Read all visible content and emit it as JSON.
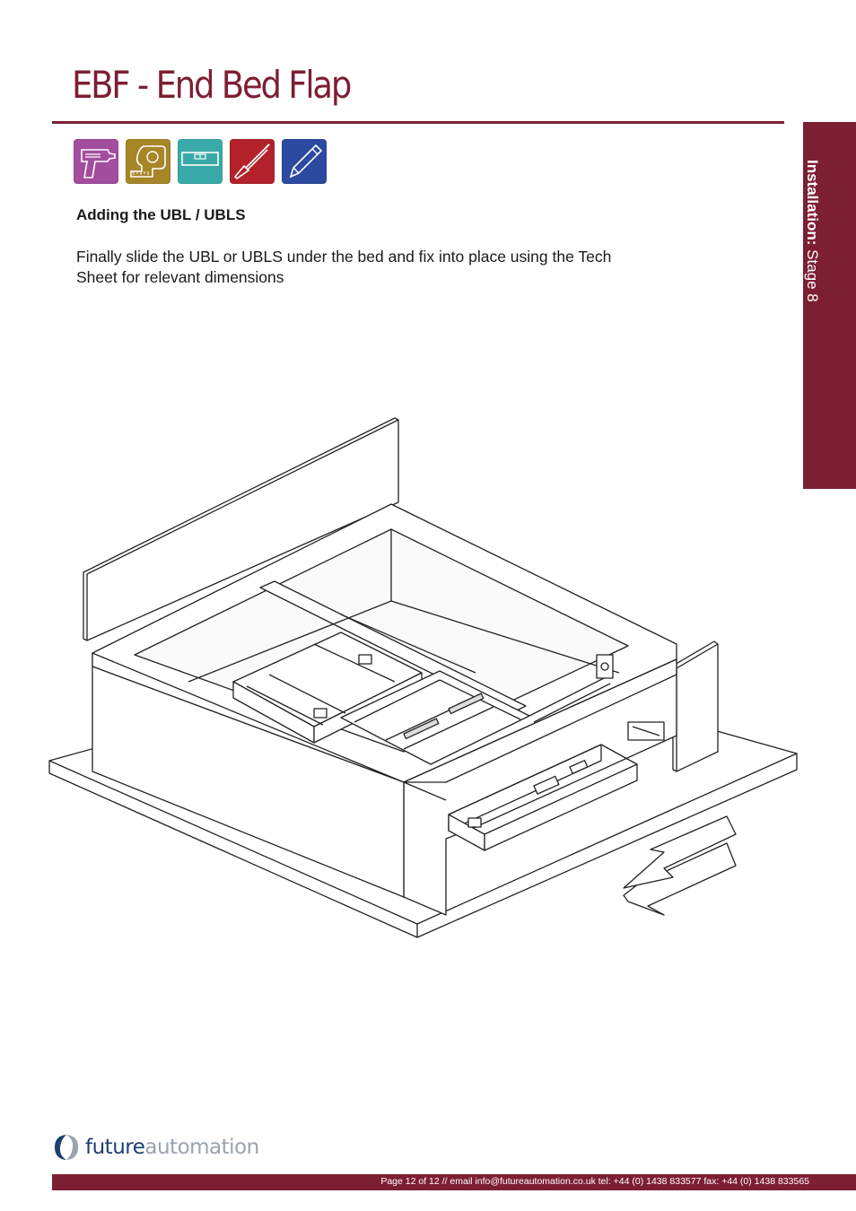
{
  "header": {
    "title": "EBF - End Bed Flap",
    "side_tab": {
      "label_bold": "Installation:",
      "label_rest": " Stage 8"
    }
  },
  "tools": [
    {
      "icon": "drill-icon",
      "color": "#a24d9e"
    },
    {
      "icon": "tape-measure-icon",
      "color": "#a78628"
    },
    {
      "icon": "spirit-level-icon",
      "color": "#3aa9a9"
    },
    {
      "icon": "screwdriver-icon",
      "color": "#b3222a"
    },
    {
      "icon": "pencil-icon",
      "color": "#2b4aa0"
    }
  ],
  "content": {
    "heading": "Adding the UBL / UBLS",
    "body": "Finally slide the UBL or UBLS under the bed and fix into place using the Tech Sheet for relevant dimensions"
  },
  "illustration": {
    "icon": "bed-base-with-ubl-drawing"
  },
  "footer": {
    "logo_future": "future",
    "logo_automation": "automation",
    "contact": "Page 12 of 12 // email info@futureautomation.co.uk  tel: +44 (0) 1438 833577  fax: +44 (0) 1438 833565"
  },
  "colors": {
    "brand": "#7d1f33",
    "logo_blue": "#1e3f6e",
    "logo_grey": "#9aa3ad"
  }
}
